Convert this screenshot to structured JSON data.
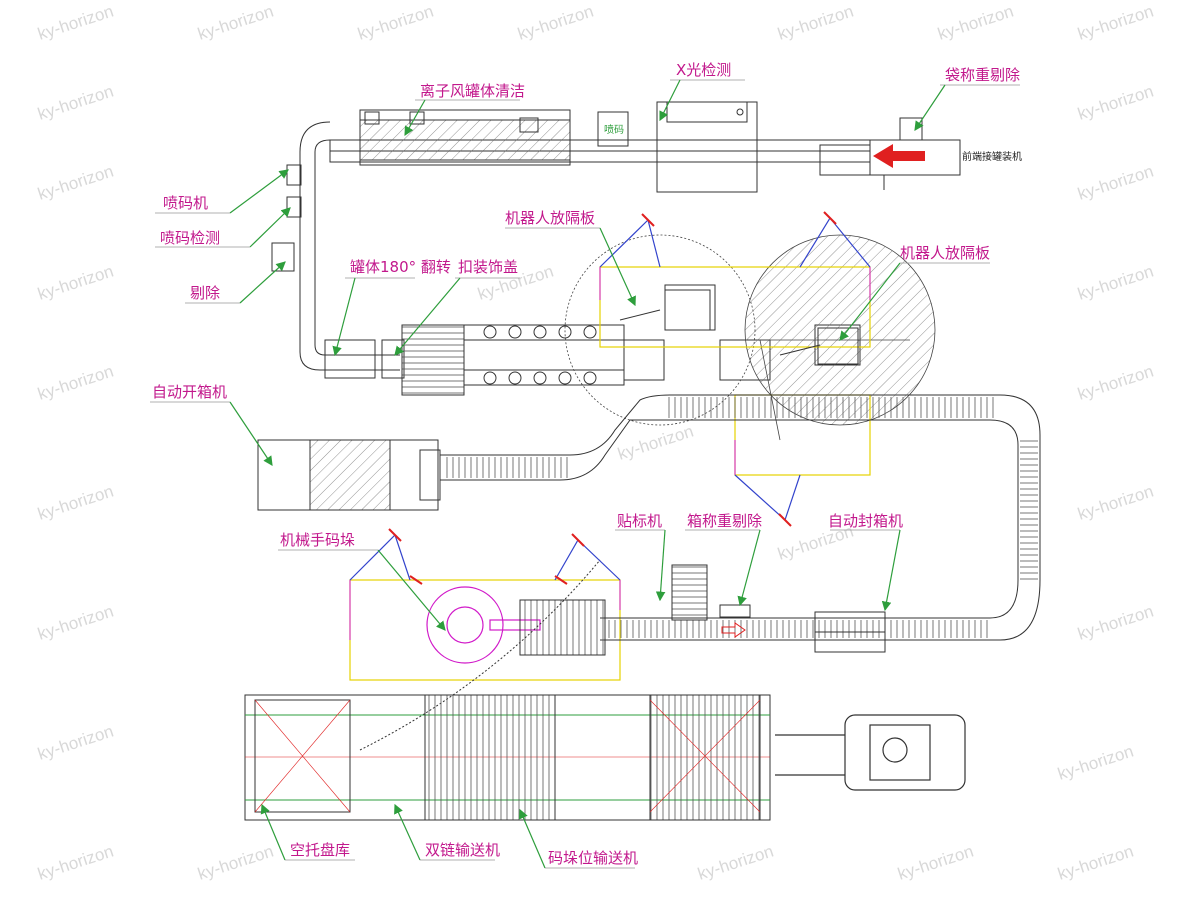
{
  "watermark": "ky-horizon",
  "labels": {
    "ion_air_clean": "离子风罐体清洁",
    "xray": "X光检测",
    "bag_weigh_reject": "袋称重剔除",
    "front_canning": "前端接罐装机",
    "inkjet": "喷码机",
    "inkjet_detect": "喷码检测",
    "reject": "剔除",
    "can_flip": "罐体180° 翻转",
    "cap_press": "扣装饰盖",
    "robot_partition_1": "机器人放隔板",
    "robot_partition_2": "机器人放隔板",
    "auto_case_erector": "自动开箱机",
    "robot_palletizer": "机械手码垛",
    "labeler": "贴标机",
    "case_weigh_reject": "箱称重剔除",
    "auto_case_sealer": "自动封箱机",
    "empty_pallet_store": "空托盘库",
    "double_chain_conveyor": "双链输送机",
    "palletizing_conveyor": "码垛位输送机"
  },
  "colors": {
    "label": "#c2188c",
    "leader": "#2e9e3c",
    "line": "#333333",
    "yellow": "#e6d200",
    "magenta": "#d11ac9",
    "blue": "#3344cc",
    "red": "#e02020",
    "watermark": "#d8d8d8"
  }
}
